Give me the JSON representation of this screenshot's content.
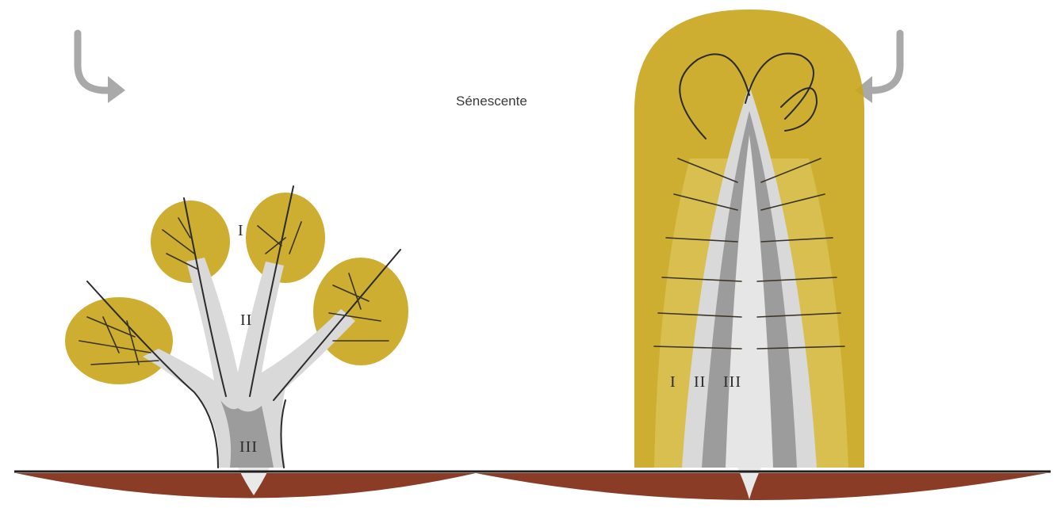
{
  "diagram": {
    "label_senescent": "Sénescente",
    "left_tree": {
      "label_I": "I",
      "label_II": "II",
      "label_III": "III"
    },
    "right_tree": {
      "label_I": "I",
      "label_II": "II",
      "label_III": "III"
    }
  },
  "colors": {
    "canopy": "#c9a71f",
    "canopy_light": "#e4cd6a",
    "wood_light": "#d9d9d9",
    "wood_dark": "#9c9c9c",
    "root": "#8a3c27",
    "arrow": "#a9a9a9"
  },
  "icons": [
    "curved-arrow-down-right-icon",
    "curved-arrow-down-left-icon"
  ]
}
